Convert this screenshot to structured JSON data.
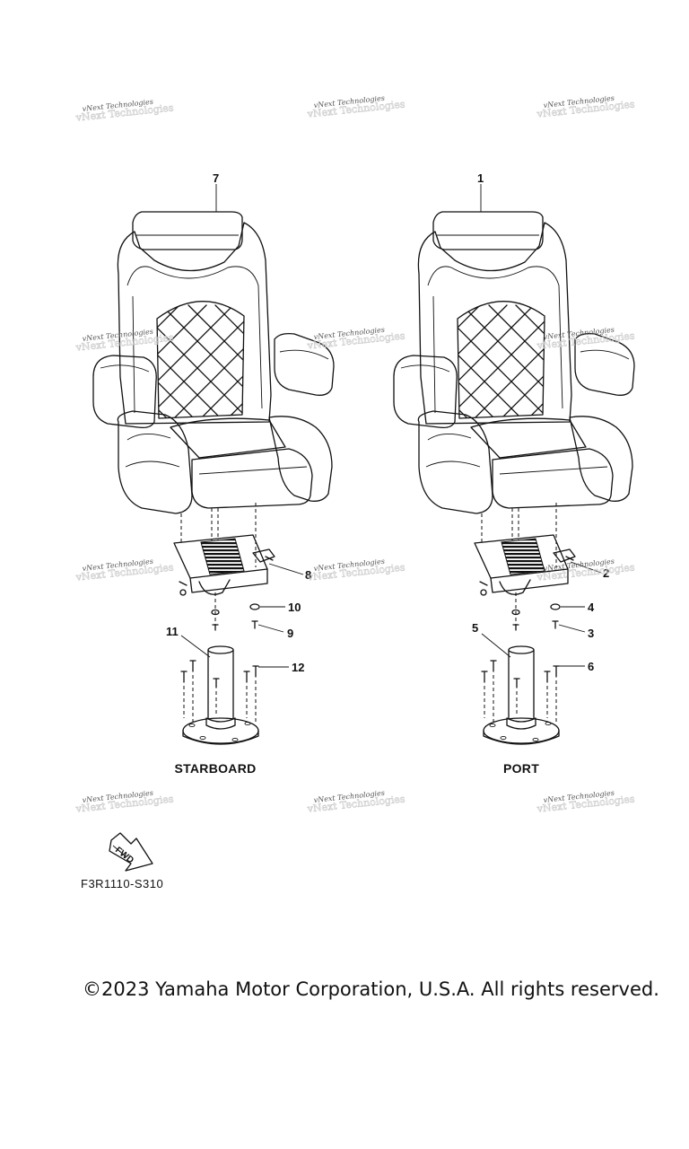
{
  "diagram": {
    "callouts": {
      "c1": "1",
      "c2": "2",
      "c3": "3",
      "c4": "4",
      "c5": "5",
      "c6": "6",
      "c7": "7",
      "c8": "8",
      "c9": "9",
      "c10": "10",
      "c11": "11",
      "c12": "12"
    },
    "labels": {
      "starboard": "STARBOARD",
      "port": "PORT"
    },
    "fwd_arrow_text": "FWD",
    "diagram_code": "F3R1110-S310"
  },
  "watermark": {
    "text": "vNext Technologies"
  },
  "footer": {
    "copyright": "©2023 Yamaha Motor Corporation, U.S.A. All rights reserved."
  }
}
